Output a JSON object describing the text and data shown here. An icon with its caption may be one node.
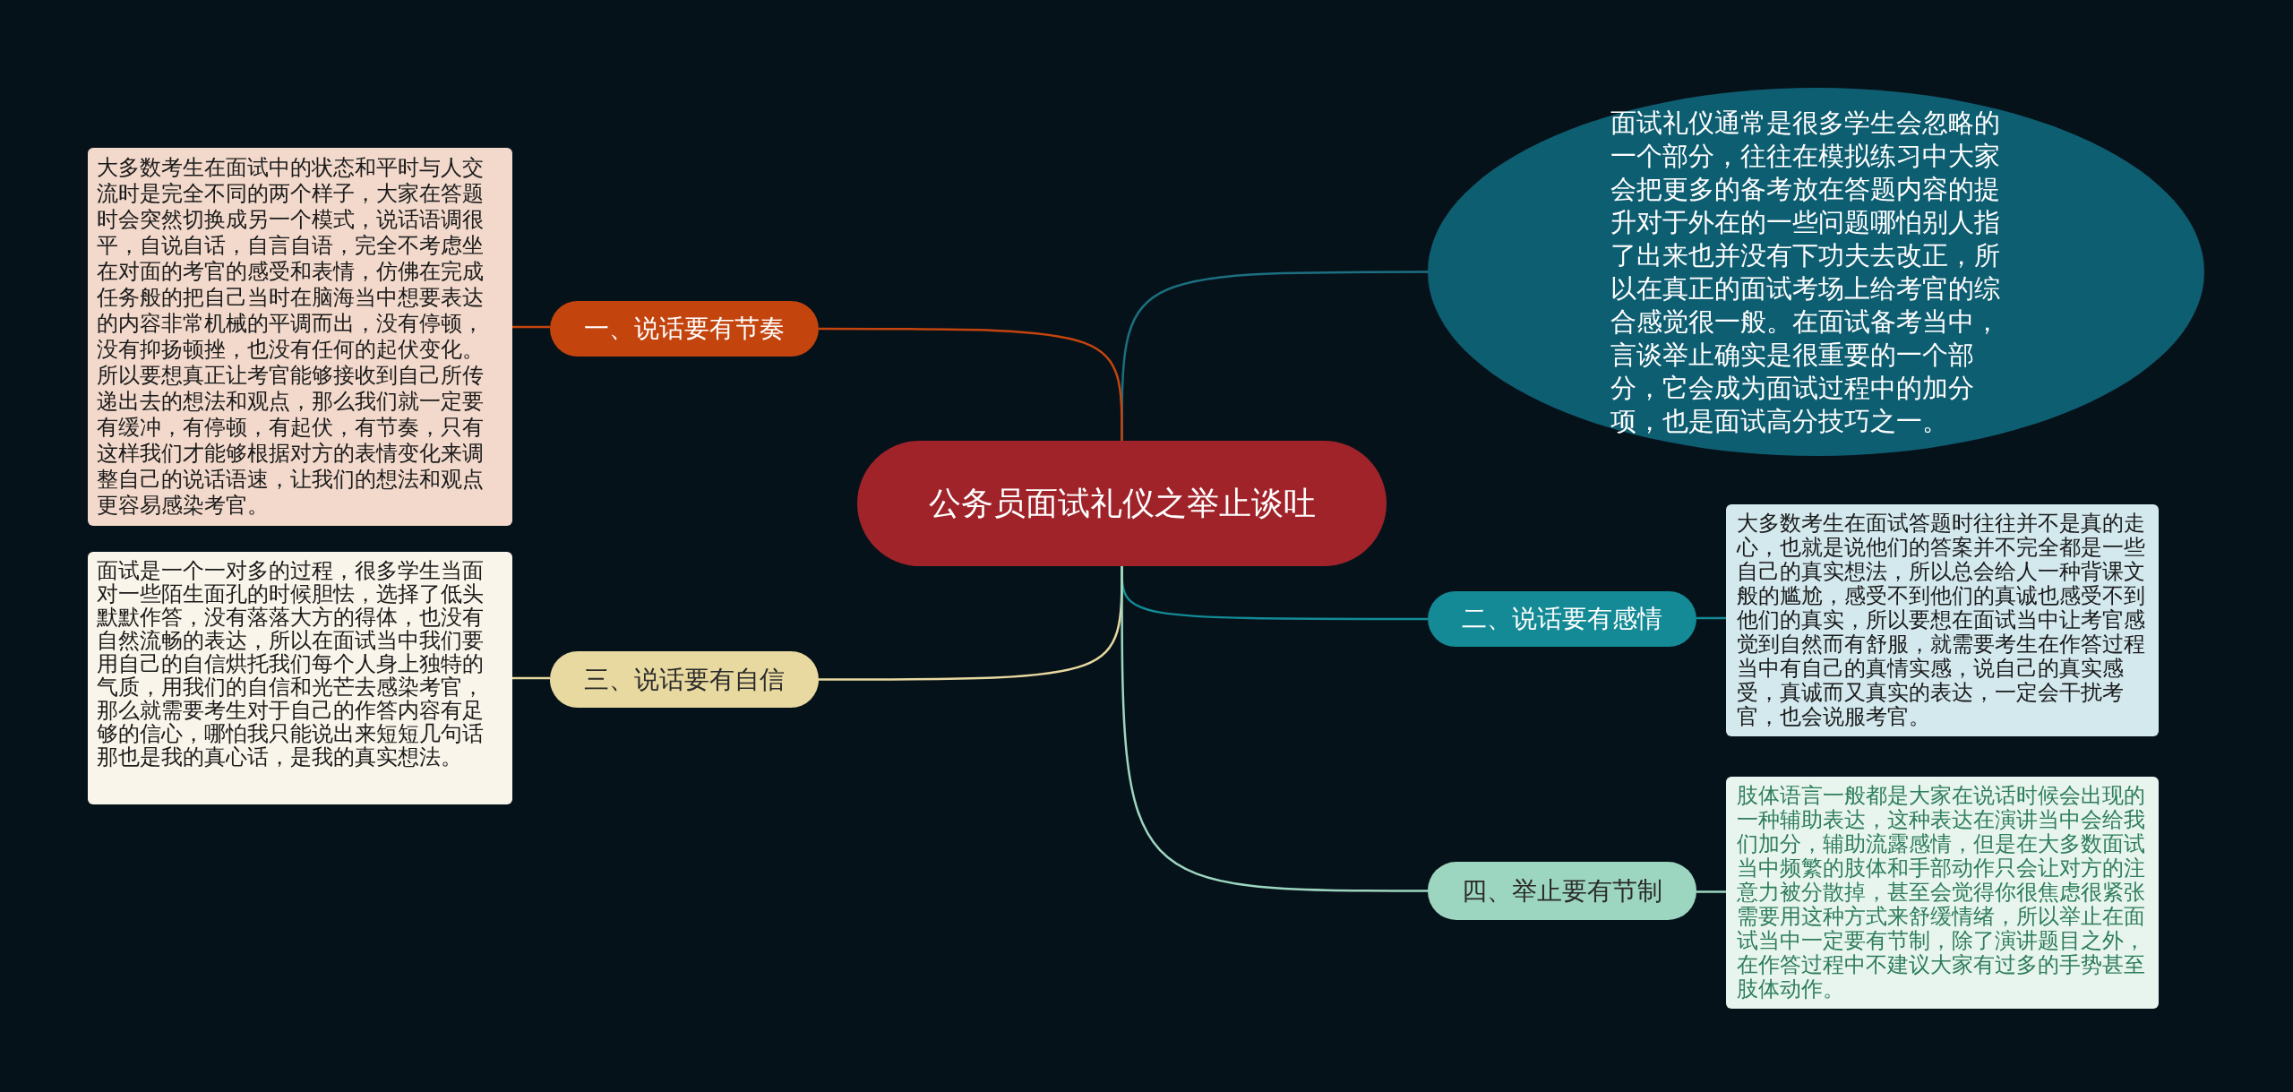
{
  "diagram": {
    "nodes": [
      {
        "text": [
          "公务员面试礼仪之举止谈吐"
        ]
      },
      {
        "text": [
          "面试礼仪通常是很多学生会忽略的一个部分，往往在模拟练习中大家会把更多的备考放在答题内容的提升对于外在的一些问题哪怕别人指了出来也并没有下功夫去改正，所以在真正的面试考场上给考官的综合感觉很一般。在面试备考当中，言谈举止确实是很重要的一个部分，它会成为面试过程中的加分项，也是面试高分技巧之一。"
        ]
      },
      {
        "text": [
          "一、说话要有节奏"
        ]
      },
      {
        "text": [
          "大多数考生在面试中的状态和平时与人交流时是完全不同的两个样子，大家在答题时会突然切换成另一个模式，说话语调很平，自说自话，自言自语，完全不考虑坐在对面的考官的感受和表情，仿佛在完成任务般的把自己当时在脑海当中想要表达的内容非常机械的平调而出，没有停顿，没有抑扬顿挫，也没有任何的起伏变化。所以要想真正让考官能够接收到自己所传递出去的想法和观点，那么我们就一定要有缓冲，有停顿，有起伏，有节奏，只有这样我们才能够根据对方的表情变化来调整自己的说话语速，让我们的想法和观点更容易感染考官。"
        ]
      },
      {
        "text": [
          "二、说话要有感情"
        ]
      },
      {
        "text": [
          "大多数考生在面试答题时往往并不是真的走心，也就是说他们的答案并不完全都是一些自己的真实想法，所以总会给人一种背课文般的尴尬，感受不到他们的真诚也感受不到他们的真实，所以要想在面试当中让考官感觉到自然而有舒服，就需要考生在作答过程当中有自己的真情实感，说自己的真实感受，真诚而又真实的表达，一定会干扰考官，也会说服考官。"
        ]
      },
      {
        "text": [
          "三、说话要有自信"
        ]
      },
      {
        "text": [
          "面试是一个一对多的过程，很多学生当面对一些陌生面孔的时候胆怯，选择了低头默默作答，没有落落大方的得体，也没有自然流畅的表达，所以在面试当中我们要用自己的自信烘托我们每个人身上独特的气质，用我们的自信和光芒去感染考官，那么就需要考生对于自己的作答内容有足够的信心，哪怕我只能说出来短短几句话那也是我的真心话，是我的真实想法。"
        ]
      },
      {
        "text": [
          "四、举止要有节制"
        ]
      },
      {
        "text": [
          "肢体语言一般都是大家在说话时候会出现的一种辅助表达，这种表达在演讲当中会给我们加分，辅助流露感情，但是在大多数面试当中频繁的肢体和手部动作只会让对方的注意力被分散掉，甚至会觉得你很焦虑很紧张需要用这种方式来舒缓情绪，所以举止在面试当中一定要有节制，除了演讲题目之外，在作答过程中不建议大家有过多的手势甚至肢体动作。"
        ]
      }
    ],
    "edges": [
      {
        "from": 0,
        "to": 1,
        "arrow": "none",
        "color": "#1c6f80"
      },
      {
        "from": 0,
        "to": 2,
        "arrow": "none",
        "color": "#c4440e"
      },
      {
        "from": 2,
        "to": 3,
        "arrow": "none",
        "color": "#c4440e"
      },
      {
        "from": 0,
        "to": 4,
        "arrow": "none",
        "color": "#138a95"
      },
      {
        "from": 4,
        "to": 5,
        "arrow": "none",
        "color": "#138a95"
      },
      {
        "from": 0,
        "to": 6,
        "arrow": "none",
        "color": "#e8d9a0"
      },
      {
        "from": 6,
        "to": 7,
        "arrow": "none",
        "color": "#e8d9a0"
      },
      {
        "from": 0,
        "to": 8,
        "arrow": "none",
        "color": "#9dd6c0"
      },
      {
        "from": 8,
        "to": 9,
        "arrow": "none",
        "color": "#9dd6c0"
      }
    ]
  }
}
